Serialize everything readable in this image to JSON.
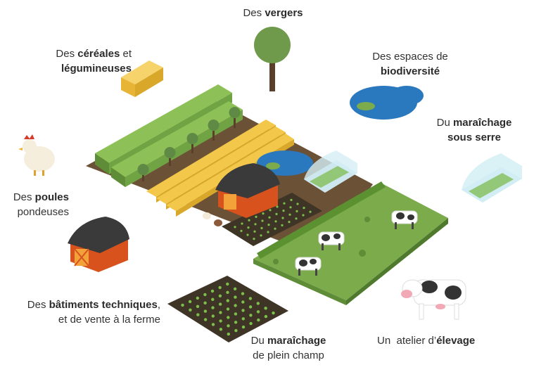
{
  "colors": {
    "soil": "#6b5136",
    "grass": "#7cab4c",
    "grass_dark": "#5e8c37",
    "hay": "#f0c43a",
    "water": "#2a78bd",
    "barn_red": "#d8521d",
    "barn_roof": "#3a3a3a",
    "tree_canopy": "#6f9a4b",
    "tree_trunk": "#5a3f2a",
    "greenhouse": "#bfe4ee",
    "text": "#333333"
  },
  "labels": {
    "vergers": {
      "l1_pre": "Des ",
      "l1_bold": "vergers"
    },
    "cereales": {
      "l1_pre": "Des ",
      "l1_bold": "céréales",
      "l1_post": " et",
      "l2_bold": "légumineuses"
    },
    "biodiversite": {
      "l1_pre": "Des espaces de",
      "l2_bold": "biodiversité"
    },
    "serre": {
      "l1_pre": "Du ",
      "l1_bold": "maraîchage",
      "l2_bold": "sous serre"
    },
    "poules": {
      "l1_pre": "Des ",
      "l1_bold": "poules",
      "l2_pre": "pondeuses"
    },
    "batiments": {
      "l1_pre": "Des ",
      "l1_bold": "bâtiments techniques",
      "l1_post": ",",
      "l2_pre": "et de vente à la ferme"
    },
    "plein_champ": {
      "l1_pre": "Du ",
      "l1_bold": "maraîchage",
      "l2_pre": "de plein champ"
    },
    "elevage": {
      "l1_pre": "Un  atelier d’",
      "l1_bold": "élevage"
    }
  }
}
